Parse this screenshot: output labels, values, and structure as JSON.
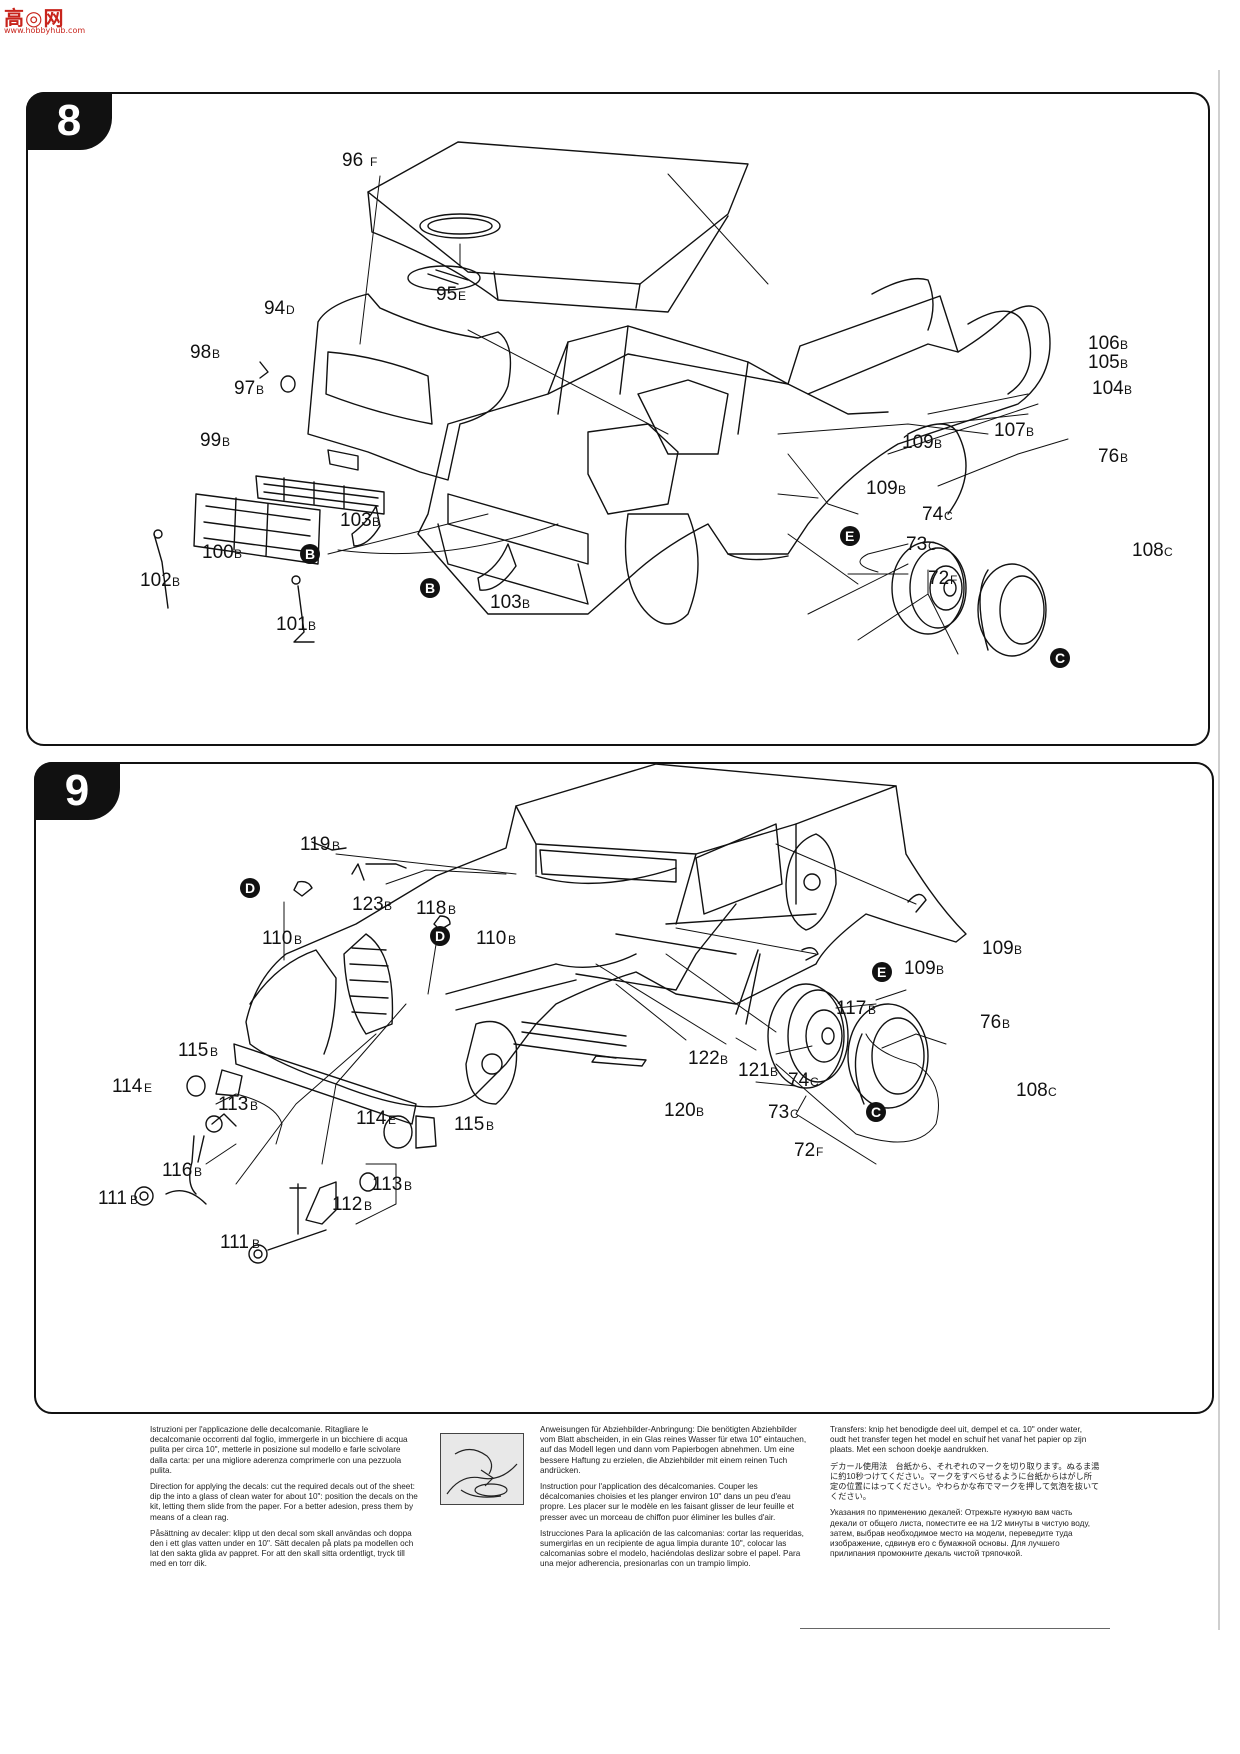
{
  "site_logo": {
    "main": "高◎网",
    "sub": "www.hobbyhub.com"
  },
  "step8": {
    "number": "8",
    "parts": [
      {
        "num": "96",
        "sub": "F"
      },
      {
        "num": "95",
        "sub": "E"
      },
      {
        "num": "94",
        "sub": "D"
      },
      {
        "num": "98",
        "sub": "B"
      },
      {
        "num": "97",
        "sub": "B"
      },
      {
        "num": "99",
        "sub": "B"
      },
      {
        "num": "100",
        "sub": "B"
      },
      {
        "num": "102",
        "sub": "B"
      },
      {
        "num": "101",
        "sub": "B"
      },
      {
        "num": "103",
        "sub": "B"
      },
      {
        "num": "103",
        "sub": "B"
      },
      {
        "num": "106",
        "sub": "B"
      },
      {
        "num": "105",
        "sub": "B"
      },
      {
        "num": "104",
        "sub": "B"
      },
      {
        "num": "107",
        "sub": "B"
      },
      {
        "num": "109",
        "sub": "B"
      },
      {
        "num": "109",
        "sub": "B"
      },
      {
        "num": "76",
        "sub": "B"
      },
      {
        "num": "74",
        "sub": "C"
      },
      {
        "num": "73",
        "sub": "C"
      },
      {
        "num": "72",
        "sub": "F"
      },
      {
        "num": "108",
        "sub": "C"
      }
    ],
    "markers": [
      "B",
      "B",
      "E",
      "C"
    ]
  },
  "step9": {
    "number": "9",
    "parts": [
      {
        "num": "119",
        "sub": "B"
      },
      {
        "num": "123",
        "sub": "B"
      },
      {
        "num": "118",
        "sub": "B"
      },
      {
        "num": "110",
        "sub": "B"
      },
      {
        "num": "110",
        "sub": "B"
      },
      {
        "num": "109",
        "sub": "B"
      },
      {
        "num": "109",
        "sub": "B"
      },
      {
        "num": "117",
        "sub": "B"
      },
      {
        "num": "76",
        "sub": "B"
      },
      {
        "num": "122",
        "sub": "B"
      },
      {
        "num": "121",
        "sub": "B"
      },
      {
        "num": "120",
        "sub": "B"
      },
      {
        "num": "74",
        "sub": "C"
      },
      {
        "num": "73",
        "sub": "C"
      },
      {
        "num": "72",
        "sub": "F"
      },
      {
        "num": "108",
        "sub": "C"
      },
      {
        "num": "115",
        "sub": "B"
      },
      {
        "num": "114",
        "sub": "E"
      },
      {
        "num": "113",
        "sub": "B"
      },
      {
        "num": "116",
        "sub": "B"
      },
      {
        "num": "111",
        "sub": "B"
      },
      {
        "num": "114",
        "sub": "E"
      },
      {
        "num": "115",
        "sub": "B"
      },
      {
        "num": "113",
        "sub": "B"
      },
      {
        "num": "112",
        "sub": "B"
      },
      {
        "num": "111",
        "sub": "B"
      }
    ],
    "markers": [
      "D",
      "D",
      "E",
      "C"
    ]
  },
  "instructions": {
    "it": "Istruzioni per l'applicazione delle decalcomanie. Ritagliare le decalcomanie occorrenti dal foglio, immergerle in un bicchiere di acqua pulita per circa 10\", metterle in posizione sul modello e farle scivolare dalla carta: per una migliore aderenza comprimerle con una pezzuola pulita.",
    "en": "Direction for applying the decals: cut the required decals out of the sheet: dip the into a glass of clean water for about 10\": position the decals on the kit, letting them slide from the paper. For a better adesion, press them by means of a clean rag.",
    "sv": "Påsättning av decaler: klipp ut den decal som skall användas och doppa den i ett glas vatten under en 10\". Sätt decalen på plats pa modellen och lat den sakta glida av pappret. For att den skall sitta ordentligt, tryck till med en torr dik.",
    "de": "Anweisungen für Abziehbilder-Anbringung: Die benötigten Abziehbilder vom Blatt abscheiden, in ein Glas reines Wasser für etwa 10\" eintauchen, auf das Modell legen und dann vom Papierbogen abnehmen. Um eine bessere Haftung zu erzielen, die Abziehbilder mit einem reinen Tuch andrücken.",
    "fr": "Instruction pour l'application des décalcomanies. Couper les décalcomanies choisies et les planger environ 10\" dans un peu d'eau propre. Les placer sur le modèle en les faisant glisser de leur feuille et presser avec un morceau de chiffon puor éliminer les bulles d'air.",
    "es": "Istrucciones Para la aplicación de las calcomanias: cortar las requeridas, sumergirlas en un recipiente de agua limpia durante 10\", colocar las calcomanias sobre el modelo, haciéndolas deslizar sobre el papel. Para una mejor adherencia, presionarlas con un trampio limpio.",
    "nl": "Transfers: knip het benodigde deel uit, dempel et ca. 10\" onder water, oudt het transfer tegen het model en schuif het vanaf het papier op zijn plaats. Met een schoon doekje aandrukken.",
    "ja": "デカール使用法　台紙から、それぞれのマークを切り取ります。ぬるま湯に約10秒つけてください。マークをすべらせるように台紙からはがし所定の位置にはってください。やわらかな布でマークを押して気泡を抜いてください。",
    "ru": "Указания по применению декалей: Отрежьте нужную вам часть декали от общего листа, поместите ее на 1/2 минуты в чистую воду, затем, выбрав необходимое место на модели, переведите туда изображение, сдвинув его с бумажной основы. Для лучшего прилипания промокните декаль чистой тряпочкой."
  }
}
